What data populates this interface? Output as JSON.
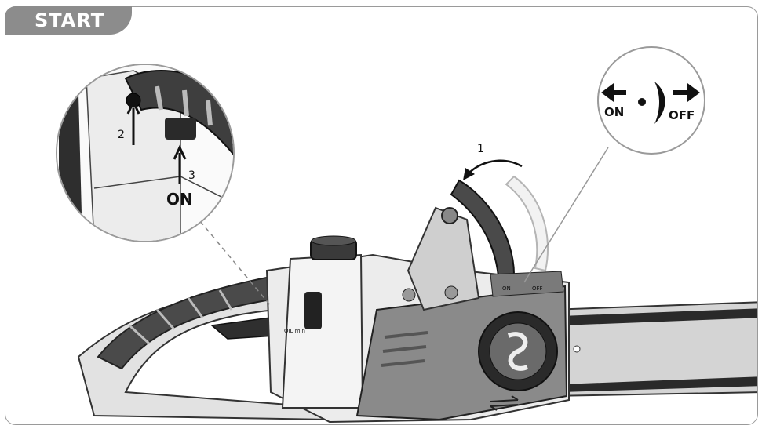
{
  "header": {
    "title": "START"
  },
  "detail_circle": {
    "step_2": "2",
    "step_3": "3",
    "state_label": "ON"
  },
  "switch_circle": {
    "on_label": "ON",
    "off_label": "OFF"
  },
  "step_1": "1",
  "body_labels": {
    "oil_label": "OIL min",
    "switch_on": "ON",
    "switch_off": "OFF"
  }
}
